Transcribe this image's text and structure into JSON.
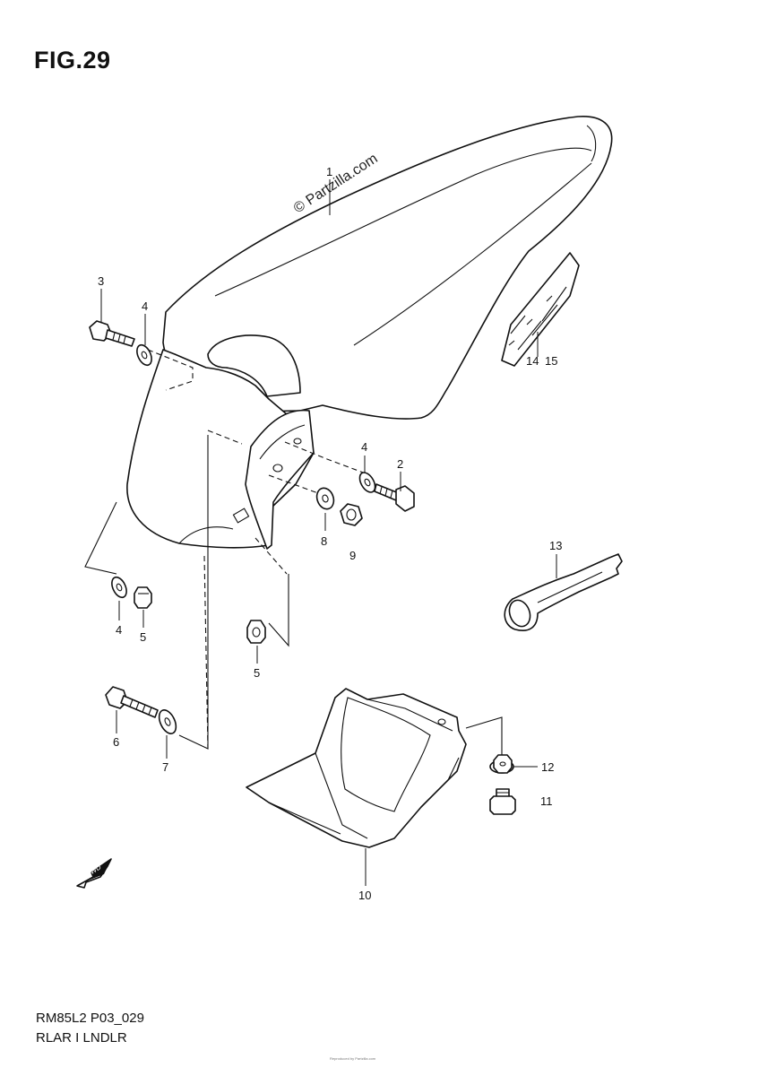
{
  "figure": {
    "title": "FIG.29",
    "model_code": "RM85L2 P03_029",
    "section_name": "RLAR I LNDLR",
    "watermark": "© Partzilla.com",
    "fwd_label": "FWD",
    "fine_print": "Reproduced by Partzilla.com"
  },
  "callouts": [
    {
      "id": "p1",
      "label": "1",
      "part": "rear fender"
    },
    {
      "id": "p2",
      "label": "2",
      "part": "bolt"
    },
    {
      "id": "p3",
      "label": "3",
      "part": "bolt"
    },
    {
      "id": "p4a",
      "label": "4",
      "part": "washer"
    },
    {
      "id": "p4b",
      "label": "4",
      "part": "washer"
    },
    {
      "id": "p4c",
      "label": "4",
      "part": "washer"
    },
    {
      "id": "p5a",
      "label": "5",
      "part": "nut"
    },
    {
      "id": "p5b",
      "label": "5",
      "part": "nut"
    },
    {
      "id": "p6",
      "label": "6",
      "part": "bolt"
    },
    {
      "id": "p7",
      "label": "7",
      "part": "washer"
    },
    {
      "id": "p8",
      "label": "8",
      "part": "washer"
    },
    {
      "id": "p9",
      "label": "9",
      "part": "nut"
    },
    {
      "id": "p10",
      "label": "10",
      "part": "mud flap"
    },
    {
      "id": "p11",
      "label": "11",
      "part": "bolt"
    },
    {
      "id": "p12",
      "label": "12",
      "part": "nut"
    },
    {
      "id": "p13",
      "label": "13",
      "part": "wrench"
    },
    {
      "id": "p14",
      "label": "14",
      "part": "emblem"
    },
    {
      "id": "p15",
      "label": "15",
      "part": "emblem"
    }
  ]
}
